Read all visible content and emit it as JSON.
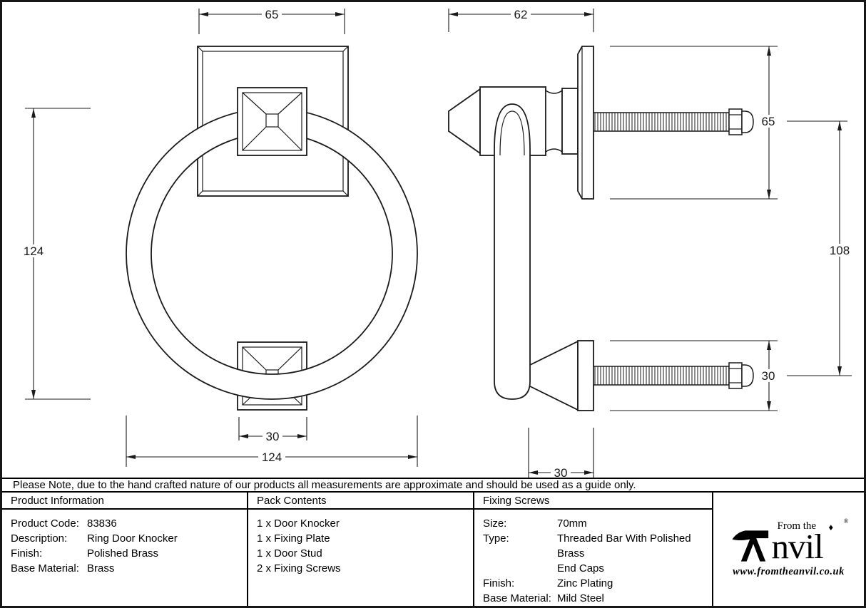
{
  "colors": {
    "line": "#1a1a1a",
    "border": "#000000",
    "background": "#ffffff"
  },
  "drawing": {
    "front_view": {
      "plate_width": "65",
      "ring_height": "124",
      "stud_width": "30",
      "overall_width": "124"
    },
    "side_view": {
      "knocker_depth": "62",
      "plate_height": "65",
      "overall_height": "108",
      "stud_height": "30",
      "stud_depth": "30"
    }
  },
  "note": {
    "text": "Please Note, due to the hand crafted nature of our products all measurements are approximate and should be used as a guide only."
  },
  "table": {
    "product_information": {
      "title": "Product Information",
      "rows": [
        {
          "label": "Product Code:",
          "value": "83836"
        },
        {
          "label": "Description:",
          "value": "Ring Door Knocker"
        },
        {
          "label": "Finish:",
          "value": "Polished Brass"
        },
        {
          "label": "Base Material:",
          "value": "Brass"
        }
      ]
    },
    "pack_contents": {
      "title": "Pack Contents",
      "items": [
        "1 x Door Knocker",
        "1 x Fixing Plate",
        "1 x Door Stud",
        "2 x Fixing Screws"
      ]
    },
    "fixing_screws": {
      "title": "Fixing Screws",
      "rows": [
        {
          "label": "Size:",
          "value": "70mm"
        },
        {
          "label": "Type:",
          "value": "Threaded Bar With Polished Brass"
        },
        {
          "label": "",
          "value": "End Caps"
        },
        {
          "label": "Finish:",
          "value": "Zinc Plating"
        },
        {
          "label": "Base Material:",
          "value": "Mild Steel"
        }
      ]
    }
  },
  "logo": {
    "prefix": "From the",
    "diamond": "♦",
    "brand_suffix": "nvil",
    "registered_mark": "®",
    "website": "www.fromtheanvil.co.uk"
  }
}
